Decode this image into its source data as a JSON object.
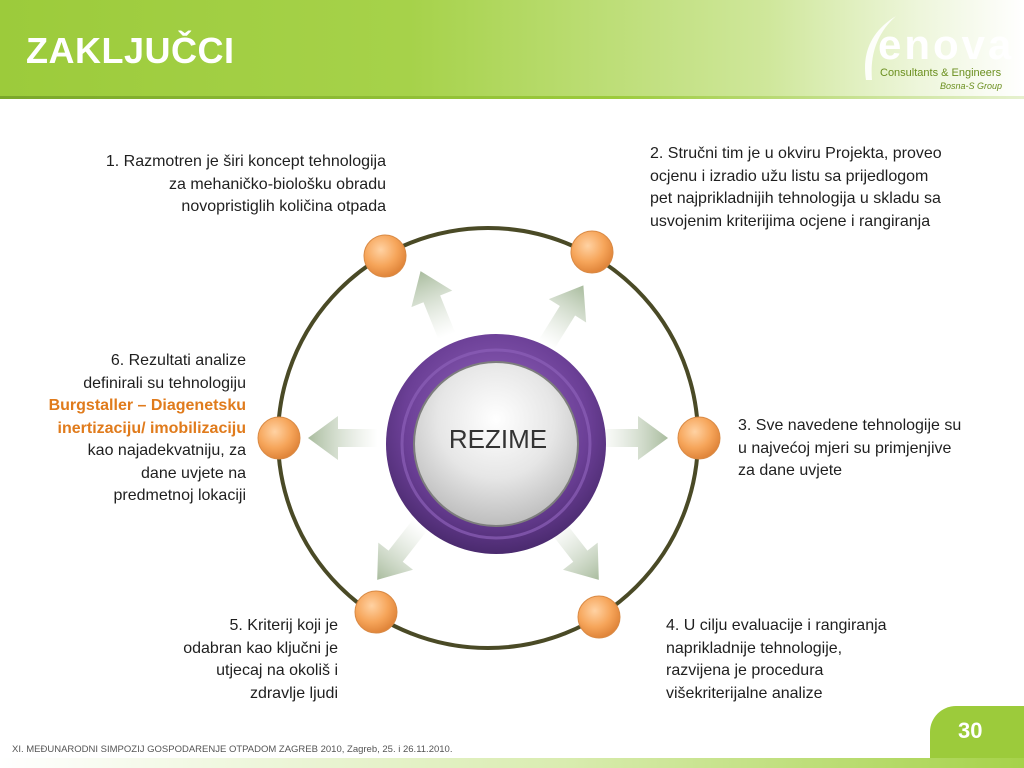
{
  "slide": {
    "title": "ZAKLJUČCI",
    "page_number": "30",
    "footer": "XI. MEĐUNARODNI SIMPOZIJ GOSPODARENJE OTPADOM ZAGREB 2010, Zagreb, 25. i 26.11.2010."
  },
  "logo": {
    "word": "enova",
    "tagline": "Consultants & Engineers",
    "group": "Bosna-S Group"
  },
  "diagram": {
    "center_label": "REZIME",
    "items": {
      "i1": {
        "lines": [
          "1. Razmotren je širi koncept tehnologija",
          "za mehaničko-biološku obradu",
          "novopristiglih količina otpada"
        ]
      },
      "i2": {
        "lines": [
          "2. Stručni tim je u okviru Projekta, proveo",
          "ocjenu i izradio užu listu sa prijedlogom",
          "pet najprikladnijih tehnologija u skladu sa",
          "usvojenim kriterijima ocjene i rangiranja"
        ]
      },
      "i3": {
        "lines": [
          "3. Sve navedene tehnologije su",
          "u najvećoj mjeri su primjenjive",
          "za dane uvjete"
        ]
      },
      "i4": {
        "lines": [
          "4. U cilju evaluacije i rangiranja",
          "naprikladnije tehnologije,",
          "razvijena je procedura",
          "višekriterijalne analize"
        ]
      },
      "i5": {
        "lines": [
          "5. Kriterij koji je",
          "odabran kao ključni je",
          "utjecaj na okoliš i",
          "zdravlje ljudi"
        ]
      },
      "i6": {
        "lines": [
          "6. Rezultati analize",
          "definirali su tehnologiju"
        ],
        "highlight": [
          "Burgstaller – Diagenetsku",
          "inertizaciju/ imobilizaciju"
        ],
        "rest": [
          "kao najadekvatniju, za",
          "dane uvjete na",
          "predmetnoj lokaciji"
        ]
      }
    }
  },
  "colors": {
    "header_green": "#9ccb3b",
    "ring": "#4a4a26",
    "node_orange": "#f6a55a",
    "center_purple": "#6b3f96",
    "highlight_orange": "#e07b1c",
    "arrow": "#b7c8ad"
  }
}
